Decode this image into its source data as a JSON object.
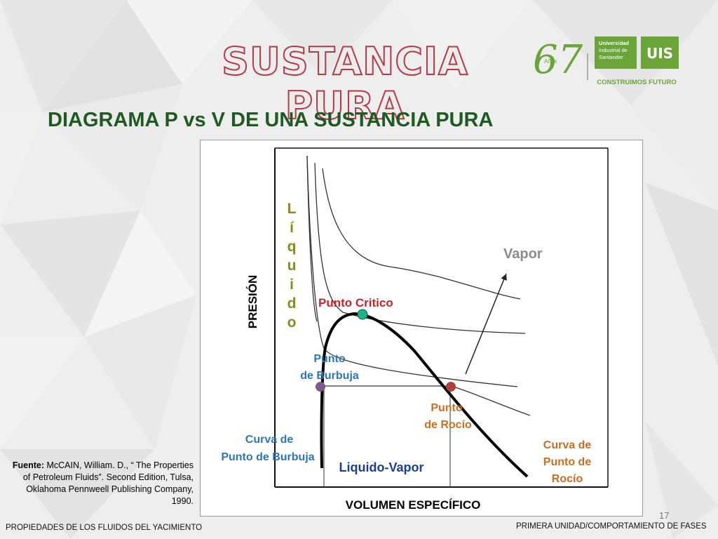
{
  "slide": {
    "title": "SUSTANCIA PURA",
    "subtitle": "DIAGRAMA P vs V DE UNA SUSTANCIA PURA",
    "page_number": "17",
    "footer_left": "PROPIEDADES DE LOS FLUIDOS DEL YACIMIENTO",
    "footer_right": "PRIMERA UNIDAD/COMPORTAMIENTO DE FASES",
    "title_color": "#b23a48",
    "subtitle_color": "#1f5a23"
  },
  "logo": {
    "anniversary_number": "67",
    "anniversary_word": "Años",
    "university_line1": "Universidad",
    "university_line2": "Industrial de",
    "university_line3": "Santander",
    "monogram": "UIS",
    "tagline": "CONSTRUIMOS FUTURO",
    "brand_color": "#6ba539"
  },
  "source": {
    "label": "Fuente:",
    "text": " McCAIN, William. D., “ The Properties of Petroleum Fluids”. Second Edition, Tulsa, Oklahoma Pennweell Publishing Company, 1990."
  },
  "diagram": {
    "y_axis_label": "PRESIÓN",
    "x_axis_label": "VOLUMEN ESPECÍFICO",
    "liquid_label_letters": [
      "L",
      "í",
      "q",
      "u",
      "i",
      "d",
      "o"
    ],
    "vapor_label": "Vapor",
    "critical_point_label": "Punto Critico",
    "bubble_point_label_1": "Punto",
    "bubble_point_label_2": "de Burbuja",
    "dew_point_label_1": "Punto",
    "dew_point_label_2": "de Rocío",
    "bubble_curve_label_1": "Curva de",
    "bubble_curve_label_2": "Punto de Burbuja",
    "dew_curve_label_1": "Curva de",
    "dew_curve_label_2": "Punto de",
    "dew_curve_label_3": "Rocío",
    "two_phase_label": "Liquido-Vapor",
    "colors": {
      "liquid": "#8a8a1e",
      "critical": "#d0202a",
      "bubble": "#2e77b5",
      "dew": "#cc6d1f",
      "critical_marker": "#19b58a",
      "bubble_marker": "#7d5a8a",
      "dew_marker": "#b0403c",
      "vapor": "#8c8c8c",
      "two_phase": "#1b3f8f"
    }
  }
}
